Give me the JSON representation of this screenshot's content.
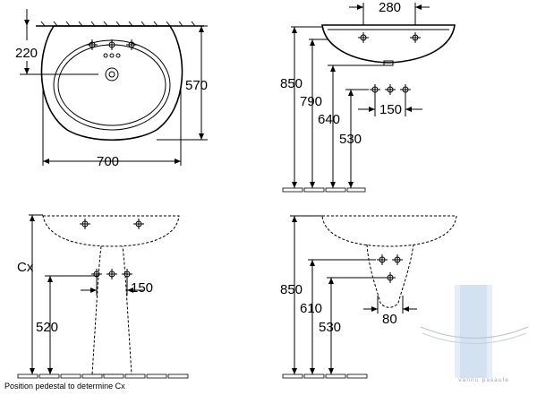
{
  "views": {
    "top": {
      "dims": {
        "d220": "220",
        "d570": "570",
        "d700": "700"
      }
    },
    "side": {
      "dims": {
        "d280": "280",
        "d850": "850",
        "d790": "790",
        "d640": "640",
        "d150": "150",
        "d530": "530"
      }
    },
    "front_pedestal": {
      "dims": {
        "cx": "Cx",
        "d150": "150",
        "d520": "520"
      },
      "note": "Position pedestal to determine Cx"
    },
    "side_pedestal": {
      "dims": {
        "d850": "850",
        "d610": "610",
        "d530": "530",
        "d80": "80"
      }
    }
  },
  "watermark": {
    "text": "vannu pasaule",
    "color": "#9aa3b0"
  }
}
